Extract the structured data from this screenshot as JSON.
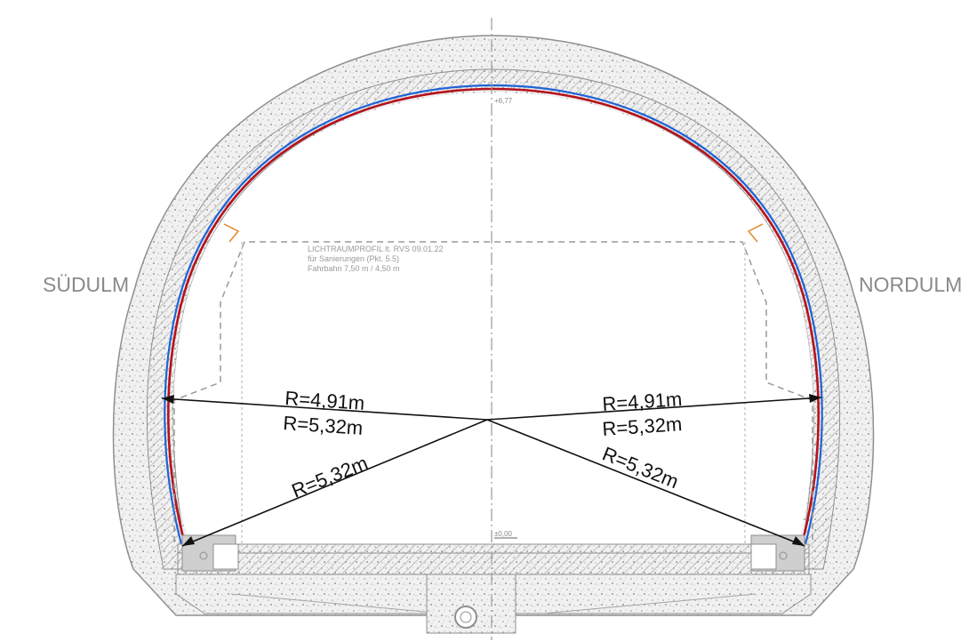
{
  "labels": {
    "left_side": "SÜDULM",
    "right_side": "NORDULM",
    "top_elevation": "+6,77",
    "bottom_elevation": "±0,00",
    "clearance_line1": "LICHTRAUMPROFIL lt. RVS 09.01.22",
    "clearance_line2": "für Sanierungen  (Pkt. 5.5)",
    "clearance_line3": "Fahrbahn 7,50 m / 4,50 m"
  },
  "radii": {
    "upper_left_a": "R=4,91m",
    "upper_left_b": "R=5,32m",
    "upper_right_a": "R=4,91m",
    "upper_right_b": "R=5,32m",
    "lower_left": "R=5,32m",
    "lower_right": "R=5,32m"
  },
  "colors": {
    "concrete": "#9a9a9a",
    "hatch": "#a0a0a0",
    "profile_red": "#b5121b",
    "profile_blue": "#1f63d6",
    "dim_line": "#111111",
    "centerline": "#9a9a9a",
    "accent_orange": "#e08a2c"
  }
}
